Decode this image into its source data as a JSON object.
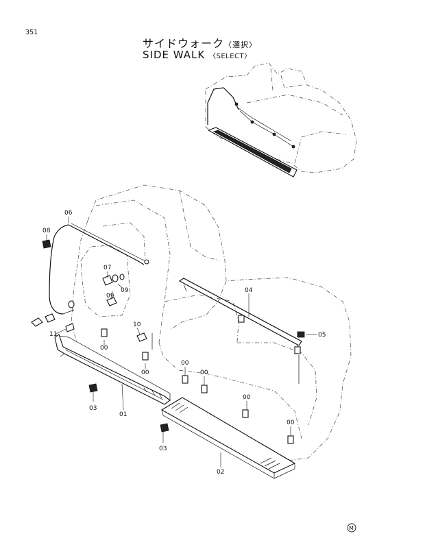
{
  "page_number": "351",
  "title": {
    "jp_main": "サイドウォーク",
    "jp_sub": "〈選択〉",
    "en_main": "SIDE WALK",
    "en_sub": "〈SELECT〉"
  },
  "callouts": {
    "c00a": "00",
    "c00b": "00",
    "c00c": "00",
    "c00d": "00",
    "c00e": "00",
    "c00f": "00",
    "c01": "01",
    "c02": "02",
    "c03a": "03",
    "c03b": "03",
    "c04": "04",
    "c05": "05",
    "c06": "06",
    "c07": "07",
    "c08": "08",
    "c09a": "09",
    "c09b": "09",
    "c10": "10",
    "c11": "11"
  },
  "mark": "M"
}
